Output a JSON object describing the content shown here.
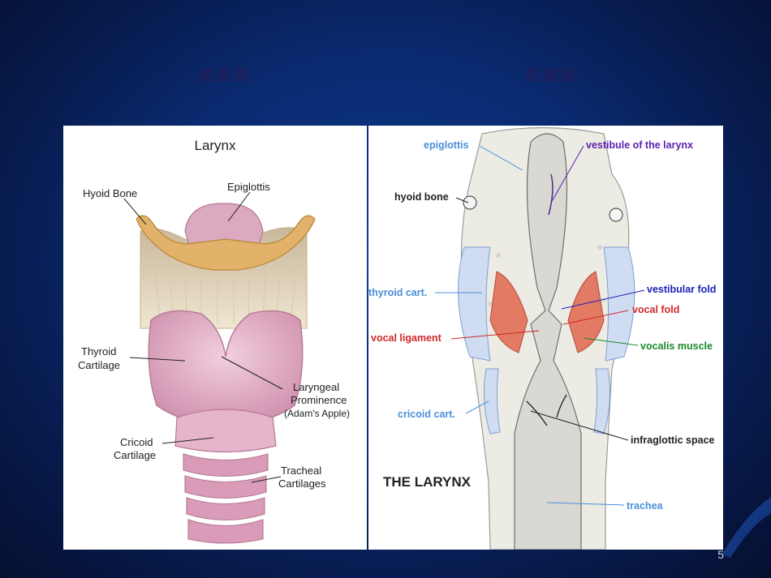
{
  "slide": {
    "title_left": "前面观",
    "title_right": "剖面观",
    "page_number": "5"
  },
  "left_diagram": {
    "heading": "Larynx",
    "labels": {
      "hyoid": "Hyoid Bone",
      "epiglottis": "Epiglottis",
      "thyroid_1": "Thyroid",
      "thyroid_2": "Cartilage",
      "laryngeal_1": "Laryngeal",
      "laryngeal_2": "Prominence",
      "laryngeal_3": "(Adam's Apple)",
      "cricoid_1": "Cricoid",
      "cricoid_2": "Cartilage",
      "tracheal_1": "Tracheal",
      "tracheal_2": "Cartilages"
    }
  },
  "right_diagram": {
    "heading": "THE LARYNX",
    "labels": {
      "epiglottis": "epiglottis",
      "vestibule": "vestibule of the larynx",
      "hyoid": "hyoid bone",
      "thyroid": "thyroid cart.",
      "vestibular_fold": "vestibular fold",
      "vocal_fold": "vocal fold",
      "vocal_ligament": "vocal ligament",
      "vocalis": "vocalis muscle",
      "cricoid": "cricoid cart.",
      "infraglottic": "infraglottic space",
      "trachea": "trachea"
    },
    "colors": {
      "light_blue": "#4a8fd8",
      "purple": "#5b1fb0",
      "navy": "#1a22b8",
      "red": "#d02828",
      "green": "#1a8a2a",
      "black": "#222222"
    }
  }
}
